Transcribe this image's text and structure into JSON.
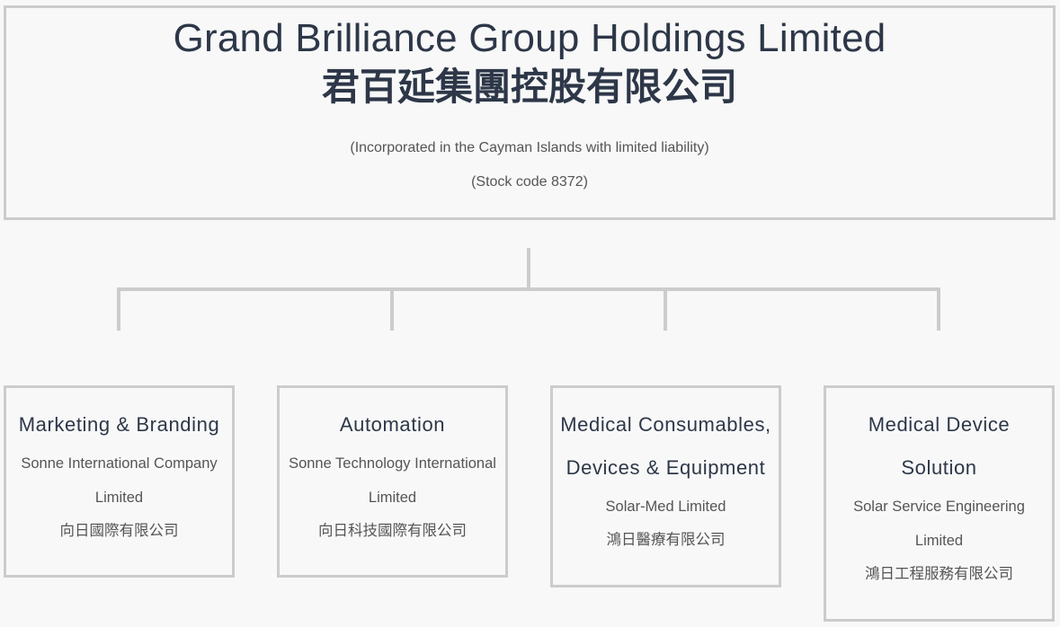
{
  "parent": {
    "name_en": "Grand Brilliance Group Holdings Limited",
    "name_zh": "君百延集團控股有限公司",
    "incorporation": "(Incorporated in the Cayman Islands with limited liability)",
    "stock_code": "(Stock code 8372)"
  },
  "segments": [
    {
      "title": "Marketing & Branding",
      "company_en": "Sonne International Company Limited",
      "company_zh": "向日國際有限公司"
    },
    {
      "title": "Automation",
      "company_en": "Sonne Technology International Limited",
      "company_zh": "向日科技國際有限公司"
    },
    {
      "title": "Medical Consumables, Devices & Equipment",
      "company_en": "Solar-Med Limited",
      "company_zh": "鴻日醫療有限公司"
    },
    {
      "title": "Medical Device Solution",
      "company_en": "Solar Service Engineering Limited",
      "company_zh": "鴻日工程服務有限公司"
    }
  ],
  "colors": {
    "border": "#cccccc",
    "title_text": "#2d3748",
    "body_text": "#555555",
    "background": "#f8f8f8"
  }
}
